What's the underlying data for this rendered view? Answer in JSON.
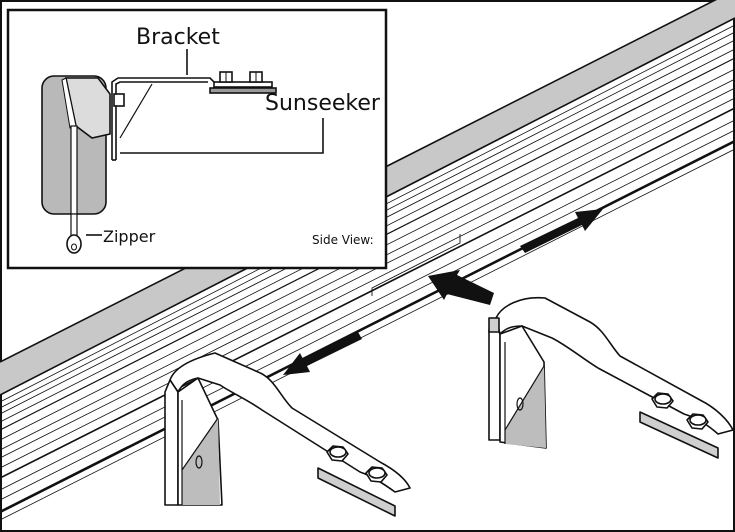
{
  "inset": {
    "labels": {
      "bracket": "Bracket",
      "sunseeker": "Sunseeker",
      "zipper": "Zipper",
      "side_view": "Side View:"
    }
  },
  "colors": {
    "line": "#111111",
    "rail_band": "#c8c8c8",
    "housing": "#b9b9b9",
    "arrow": "#111111",
    "background": "#ffffff"
  },
  "icons": [
    "arrow-left-icon",
    "arrow-right-icon",
    "arrow-insert-icon"
  ]
}
